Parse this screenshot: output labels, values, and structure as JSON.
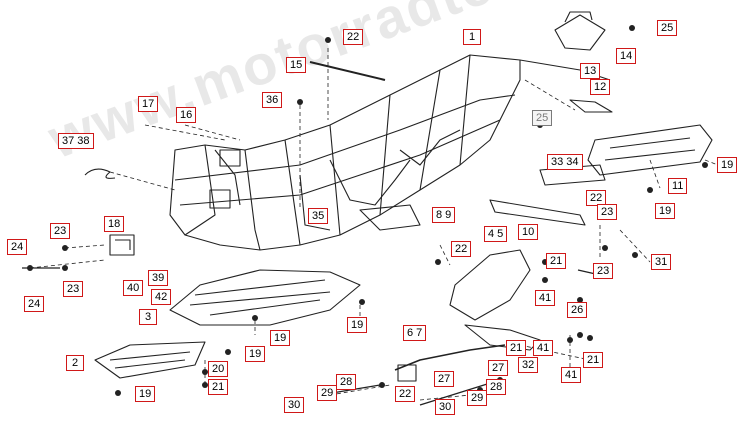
{
  "watermark": "www.motorradteile.de",
  "colors": {
    "label_border": "#d01818",
    "line": "#222222"
  },
  "labels": {
    "l1": "1",
    "l2": "2",
    "l3": "3",
    "l4_5": "4 5",
    "l6_7": "6 7",
    "l8_9": "8 9",
    "l10": "10",
    "l11": "11",
    "l12": "12",
    "l13": "13",
    "l14": "14",
    "l15": "15",
    "l16": "16",
    "l17": "17",
    "l18": "18",
    "l19": "19",
    "l20": "20",
    "l21": "21",
    "l22": "22",
    "l23": "23",
    "l24": "24",
    "l25": "25",
    "l26": "26",
    "l27": "27",
    "l28": "28",
    "l29": "29",
    "l30": "30",
    "l31": "31",
    "l32": "32",
    "l33_34": "33 34",
    "l35": "35",
    "l36": "36",
    "l37_38": "37 38",
    "l39": "39",
    "l40": "40",
    "l41": "41",
    "l42": "42"
  }
}
